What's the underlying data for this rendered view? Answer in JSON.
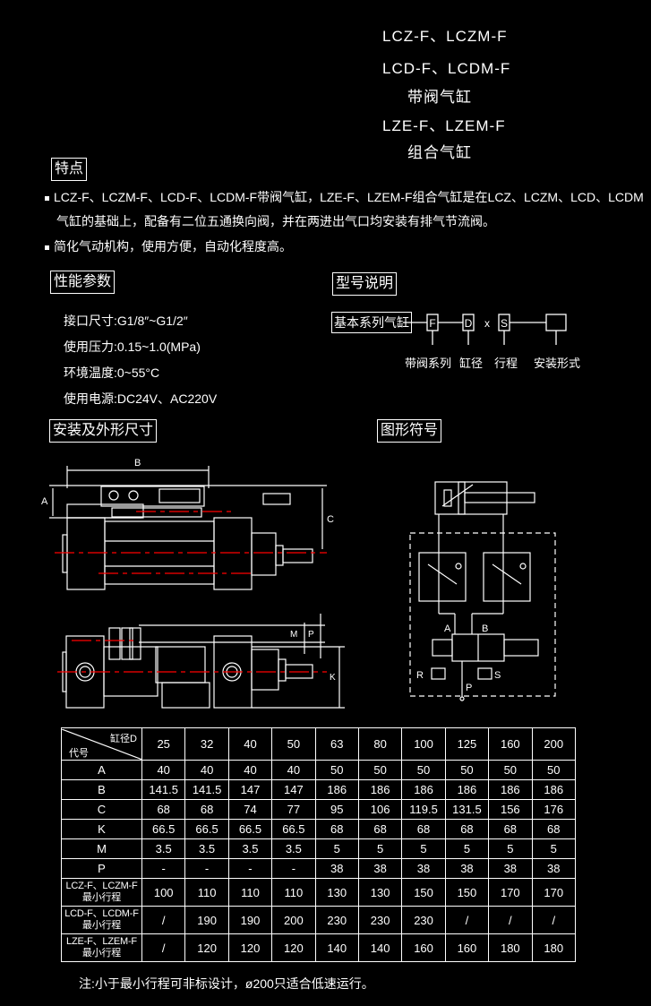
{
  "header": {
    "line1": "LCZ-F、LCZM-F",
    "line2": "LCD-F、LCDM-F",
    "line3": "带阀气缸",
    "line4": "LZE-F、LZEM-F",
    "line5": "组合气缸"
  },
  "features": {
    "heading": "特点",
    "items": [
      "LCZ-F、LCZM-F、LCD-F、LCDM-F带阀气缸，LZE-F、LZEM-F组合气缸是在LCZ、LCZM、LCD、LCDM",
      "气缸的基础上，配备有二位五通换向阀，并在两进出气口均安装有排气节流阀。",
      "简化气动机构，使用方便，自动化程度高。"
    ]
  },
  "performance": {
    "heading": "性能参数",
    "items": [
      "接口尺寸:G1/8″~G1/2″",
      "使用压力:0.15~1.0(MPa)",
      "环境温度:0~55°C",
      "使用电源:DC24V、AC220V"
    ]
  },
  "model": {
    "heading": "型号说明",
    "base": "基本系列气缸",
    "codes": [
      "F",
      "D",
      "x",
      "S",
      ""
    ],
    "labels": [
      "带阀系列",
      "缸径",
      "行程",
      "安装形式"
    ]
  },
  "install": {
    "heading": "安装及外形尺寸",
    "dims": [
      "B",
      "A",
      "C",
      "M",
      "P",
      "K"
    ]
  },
  "symbol": {
    "heading": "图形符号",
    "ports": [
      "A",
      "B",
      "R",
      "S",
      "P"
    ]
  },
  "table": {
    "corner_top": "缸径D",
    "corner_bottom": "代号",
    "columns": [
      "25",
      "32",
      "40",
      "50",
      "63",
      "80",
      "100",
      "125",
      "160",
      "200"
    ],
    "rows": [
      {
        "label": "A",
        "values": [
          "40",
          "40",
          "40",
          "40",
          "50",
          "50",
          "50",
          "50",
          "50",
          "50"
        ]
      },
      {
        "label": "B",
        "values": [
          "141.5",
          "141.5",
          "147",
          "147",
          "186",
          "186",
          "186",
          "186",
          "186",
          "186"
        ]
      },
      {
        "label": "C",
        "values": [
          "68",
          "68",
          "74",
          "77",
          "95",
          "106",
          "119.5",
          "131.5",
          "156",
          "176"
        ]
      },
      {
        "label": "K",
        "values": [
          "66.5",
          "66.5",
          "66.5",
          "66.5",
          "68",
          "68",
          "68",
          "68",
          "68",
          "68"
        ]
      },
      {
        "label": "M",
        "values": [
          "3.5",
          "3.5",
          "3.5",
          "3.5",
          "5",
          "5",
          "5",
          "5",
          "5",
          "5"
        ]
      },
      {
        "label": "P",
        "values": [
          "-",
          "-",
          "-",
          "-",
          "38",
          "38",
          "38",
          "38",
          "38",
          "38"
        ]
      },
      {
        "label": "LCZ-F、LCZM-F",
        "label2": "最小行程",
        "values": [
          "100",
          "110",
          "110",
          "110",
          "130",
          "130",
          "150",
          "150",
          "170",
          "170"
        ]
      },
      {
        "label": "LCD-F、LCDM-F",
        "label2": "最小行程",
        "values": [
          "/",
          "190",
          "190",
          "200",
          "230",
          "230",
          "230",
          "/",
          "/",
          "/"
        ]
      },
      {
        "label": "LZE-F、LZEM-F",
        "label2": "最小行程",
        "values": [
          "/",
          "120",
          "120",
          "120",
          "140",
          "140",
          "160",
          "160",
          "180",
          "180"
        ]
      }
    ]
  },
  "note": "注:小于最小行程可非标设计，ø200只适合低速运行。"
}
